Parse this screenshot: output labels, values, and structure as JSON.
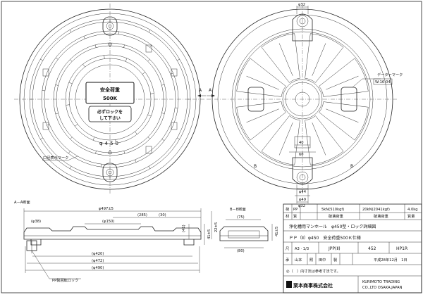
{
  "left_view": {
    "safety_load_line1": "安全荷重",
    "safety_load_line2": "500K",
    "lock_line1": "必ずロックを",
    "lock_line2": "して下さい",
    "diameter_text": "φ450",
    "caliber_mark_label": "口径表示マーク",
    "section_mark": "A"
  },
  "right_view": {
    "top_dim": "φ32",
    "date_mark_label": "データーマーク",
    "date_mark_code": "W:16-04",
    "section_b": "B",
    "section_a": "A",
    "dim_40": "40",
    "dim_60": "60",
    "dim_44": "φ44",
    "dim_49": "φ49",
    "dim_32_bottom": "φ32"
  },
  "section_aa": {
    "title": "A－A断面",
    "dims": {
      "d497": "φ497±5",
      "d285": "(285)",
      "d30": "(30)",
      "d38": "(φ38)",
      "d150": "(φ150)",
      "d41": "(41)",
      "d41_5": "41±5",
      "d22": "22±5",
      "d420": "(φ420)",
      "d472": "(φ472)",
      "d490": "(φ490)"
    },
    "lock_label": "PP製回転ロック"
  },
  "section_bb": {
    "title": "B－B断面",
    "dims": {
      "d75": "(75)",
      "d80": "(80)",
      "d41_5": "41±5"
    }
  },
  "title_block": {
    "row1": [
      "荷",
      "PP",
      "5kN(510kgf)",
      "20kN(2041kgf)",
      "4.0kg"
    ],
    "row2": [
      "材",
      "質",
      "破壊荷重",
      "破壊荷重",
      "質量"
    ],
    "product_title": "浄化槽用マンホール　φ450型・ロック詳細図",
    "product_subtitle": "ＰＰ（Ⅱ）φ450　安全荷重500Ｋ仕様",
    "scale_label": "尺",
    "scale_value": "A3 · 1/3",
    "code1": "JPP(Ⅱ)",
    "code2": "452",
    "code3": "HP1R",
    "sign_labels": [
      "承",
      "山本",
      "照",
      "田中",
      "製"
    ],
    "date": "平成28年12月　1日",
    "note": "◎（　）内寸法は参考寸法です。",
    "company": "栗本商事株式会社",
    "company_en_line1": "KURIMOTO TRADING",
    "company_en_line2": "CO.,LTD OSAKA,JAPAN"
  }
}
